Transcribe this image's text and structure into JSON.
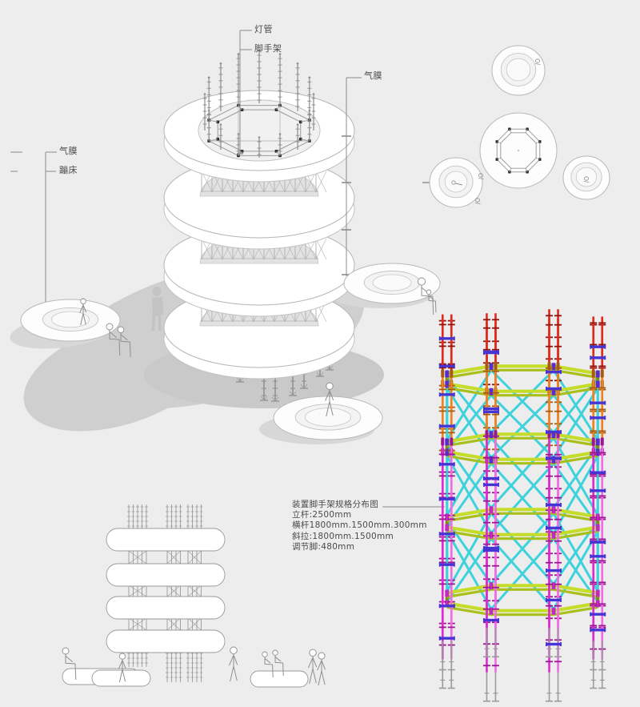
{
  "annotations": {
    "lamp_tube": "灯管",
    "scaffold": "脚手架",
    "air_membrane_top": "气膜",
    "air_membrane_left": "气膜",
    "trampoline": "蹦床"
  },
  "spec_block": {
    "title": "装置脚手架规格分布图",
    "items": [
      "立杆:2500mm",
      "横杆1800mm.1500mm.300mm",
      "斜拉:1800mm.1500mm",
      "调节脚:480mm"
    ]
  },
  "palette": {
    "background": "#ededed",
    "line": "#9a9a9a",
    "line_light": "#b8b8b8",
    "shadow": "#cfcfcf",
    "shadow_soft": "#d7d7d7",
    "text": "#4a4a4a",
    "pole_top_red": "#df2a1c",
    "pole_top_red_dark": "#8e1410",
    "pole_mid_orange": "#ef8220",
    "pole_mid_orange_dark": "#a85a0e",
    "pole_low_magenta": "#df2ace",
    "pole_low_pink": "#f26ae4",
    "pole_low_magenta_dark": "#9c1694",
    "ring_yellow": "#c6dc2a",
    "ring_yellow_under": "#a9bf1c",
    "ring_olive": "#7f8e12",
    "brace_cyan": "#3ed2dc",
    "ledger_blue": "#4634d4",
    "coupler_purple": "#5a2ad2",
    "coupler_magenta": "#c22ac6",
    "foot_gray": "#9b9b9b",
    "node_black": "#2a2a2a"
  }
}
